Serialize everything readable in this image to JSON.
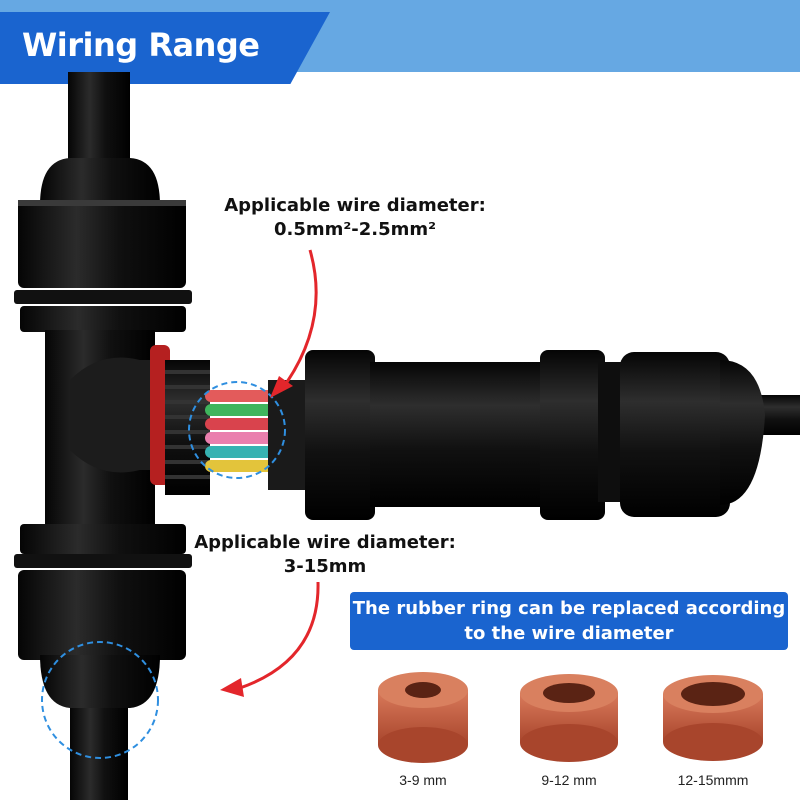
{
  "header": {
    "title": "Wiring Range"
  },
  "callouts": {
    "top": {
      "line1": "Applicable wire diameter:",
      "line2": "0.5mm²-2.5mm²"
    },
    "bottom": {
      "line1": "Applicable wire diameter:",
      "line2": "3-15mm"
    }
  },
  "banner": {
    "line1": "The rubber ring can be replaced according",
    "line2": "to the wire diameter"
  },
  "rings": [
    {
      "label": "3-9 mm"
    },
    {
      "label": "9-12 mm"
    },
    {
      "label": "12-15mmm"
    }
  ],
  "colors": {
    "accent_blue": "#1a64cf",
    "light_blue": "#66a8e3",
    "arrow_red": "#e3262b",
    "rubber_orange": "#c45a3c",
    "connector_black": "#141414"
  },
  "icons": [
    "red-arrow-icon",
    "dashed-circle-icon"
  ]
}
